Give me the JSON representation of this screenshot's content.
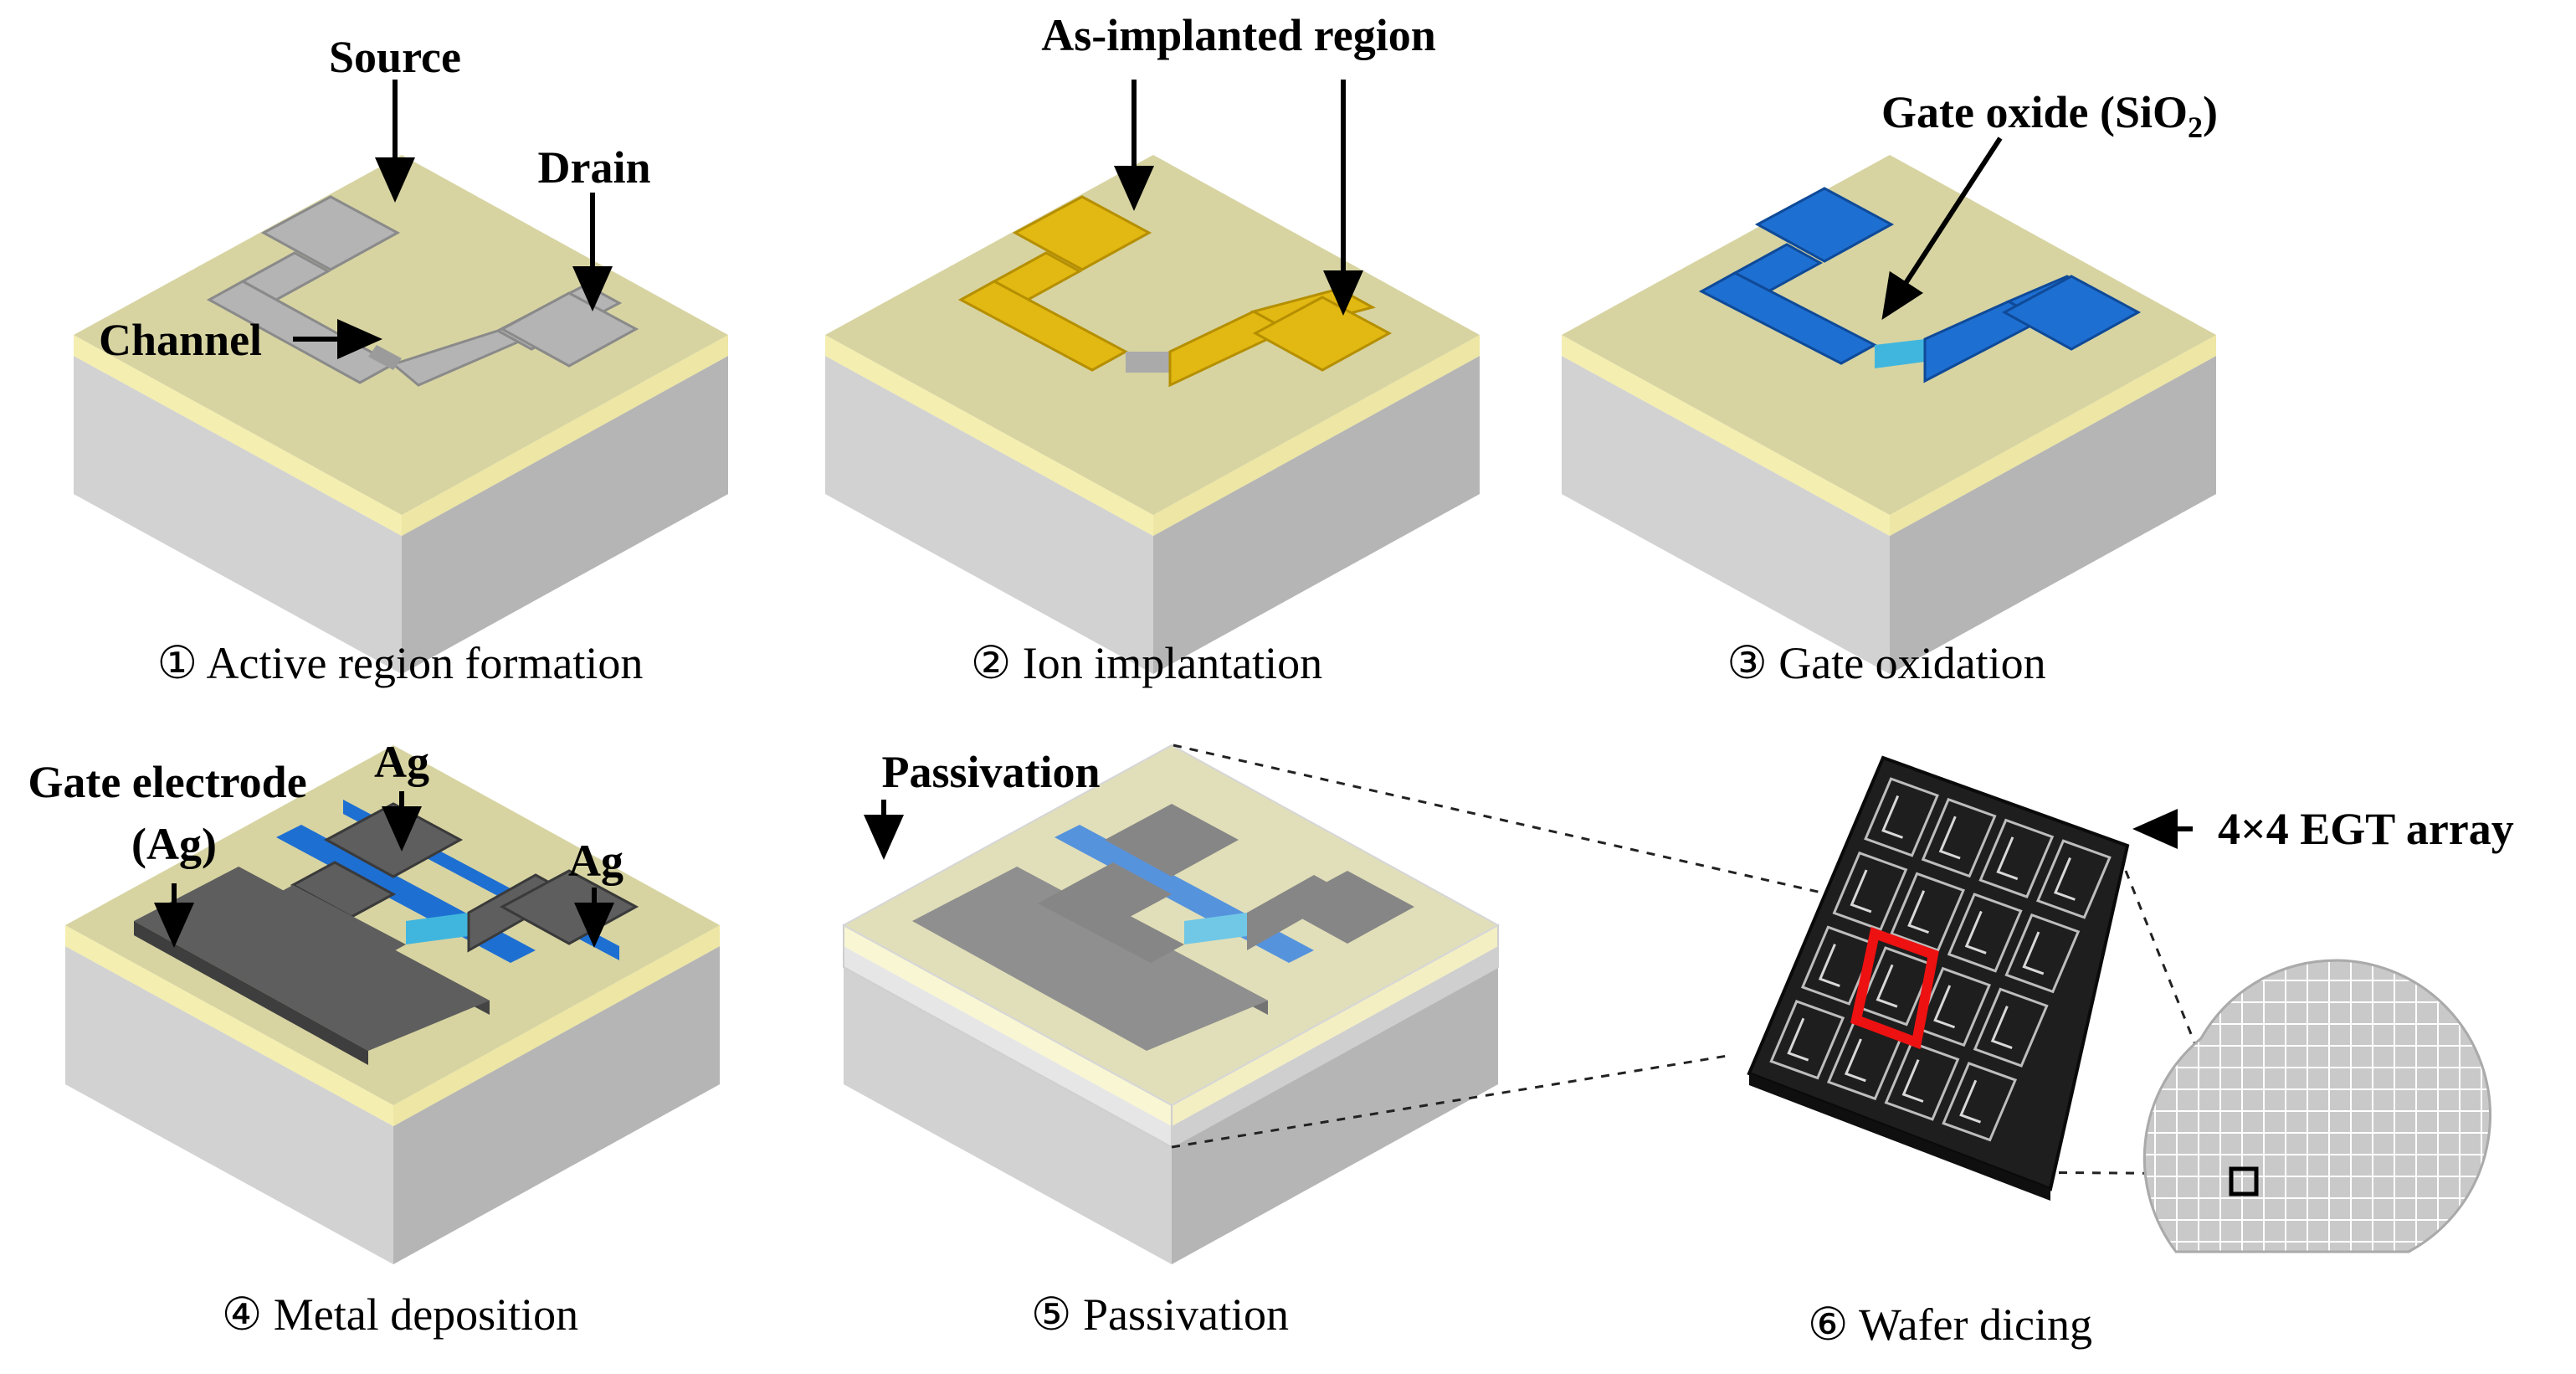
{
  "steps": [
    {
      "num": "①",
      "caption": "Active region formation"
    },
    {
      "num": "②",
      "caption": "Ion implantation"
    },
    {
      "num": "③",
      "caption": "Gate oxidation"
    },
    {
      "num": "④",
      "caption": "Metal deposition"
    },
    {
      "num": "⑤",
      "caption": "Passivation"
    },
    {
      "num": "⑥",
      "caption": "Wafer dicing"
    }
  ],
  "labels": {
    "source": "Source",
    "drain": "Drain",
    "channel": "Channel",
    "as_implanted": "As-implanted region",
    "gate_oxide_pre": "Gate oxide (SiO",
    "gate_oxide_sub": "2",
    "gate_oxide_post": ")",
    "gate_electrode_1": "Gate electrode",
    "gate_electrode_2": "(Ag)",
    "ag_top": "Ag",
    "ag_right": "Ag",
    "passivation": "Passivation",
    "array": "4×4 EGT array"
  },
  "colors": {
    "substrate_top": "#d7d4a2",
    "substrate_edge": "#f4eeb0",
    "substrate_side_left": "#d2d2d2",
    "substrate_side_right": "#b5b5b5",
    "active_region": "#b4b4b4",
    "implanted": "#e2b912",
    "oxide": "#1e6fd2",
    "channel_oxide": "#40b6de",
    "metal": "#5e5e5e",
    "chip": "#1e1e1e",
    "highlight": "#ee1111"
  }
}
